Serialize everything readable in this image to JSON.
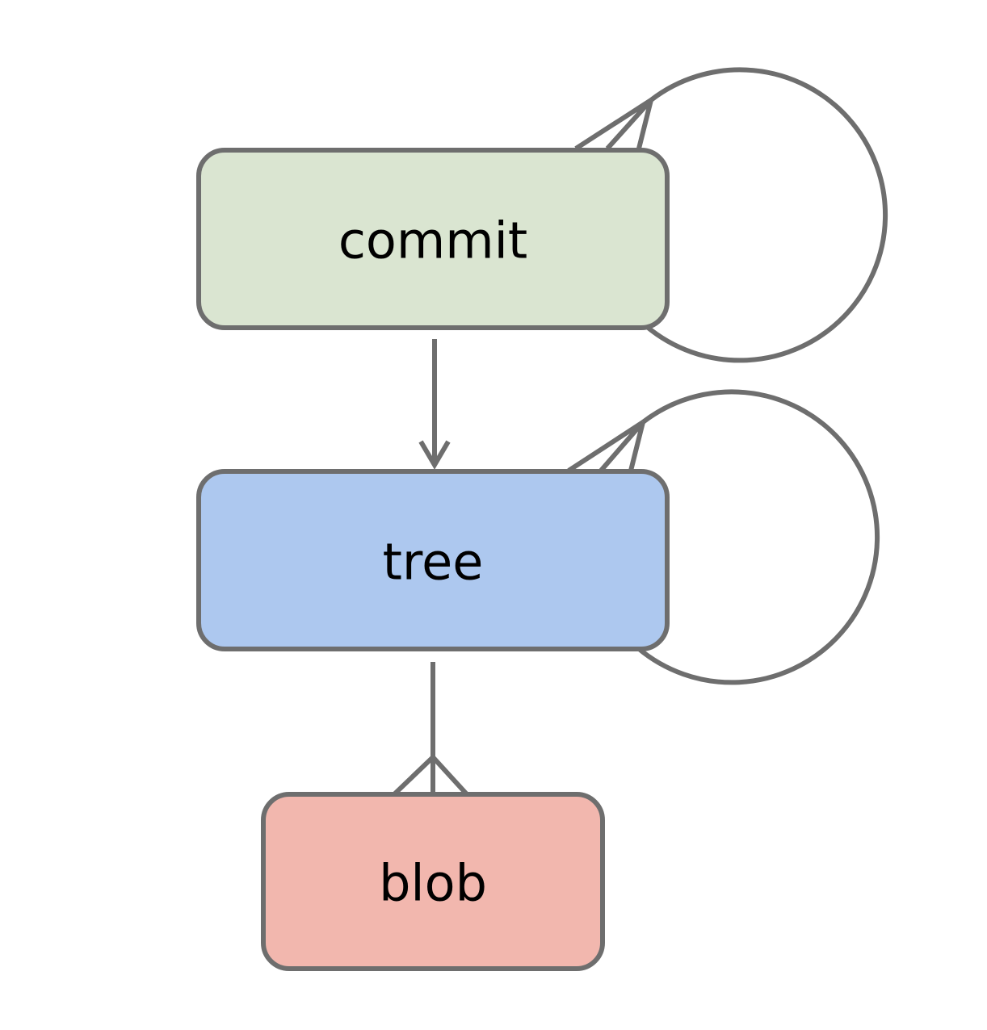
{
  "diagram": {
    "nodes": [
      {
        "id": "commit",
        "label": "commit",
        "color": "#dae5d1"
      },
      {
        "id": "tree",
        "label": "tree",
        "color": "#adc8ef"
      },
      {
        "id": "blob",
        "label": "blob",
        "color": "#f2b7ae"
      }
    ],
    "edges": [
      {
        "from": "commit",
        "to": "commit",
        "cardinality": "many"
      },
      {
        "from": "commit",
        "to": "tree",
        "cardinality": "one"
      },
      {
        "from": "tree",
        "to": "tree",
        "cardinality": "many"
      },
      {
        "from": "tree",
        "to": "blob",
        "cardinality": "many"
      }
    ],
    "line_color": "#6e6e6e"
  }
}
